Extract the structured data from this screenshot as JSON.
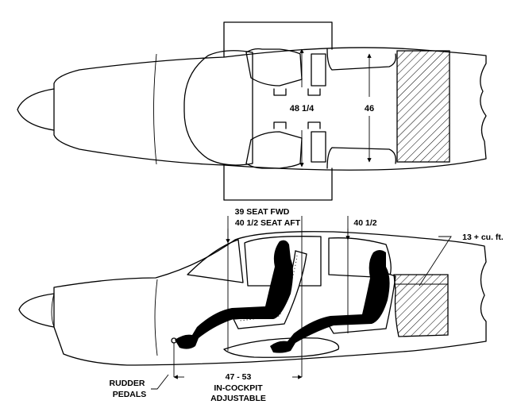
{
  "top_view": {
    "cabin_width": "48 1/4",
    "shoulder_width": "46"
  },
  "side_view": {
    "headroom_front_1": "39 SEAT FWD",
    "headroom_front_2": "40 1/2 SEAT AFT",
    "headroom_rear": "40 1/2",
    "baggage": "13 + cu. ft.",
    "rudder_1": "RUDDER",
    "rudder_2": "PEDALS",
    "legroom_1": "47 - 53",
    "legroom_2": "IN-COCKPIT",
    "legroom_3": "ADJUSTABLE"
  }
}
